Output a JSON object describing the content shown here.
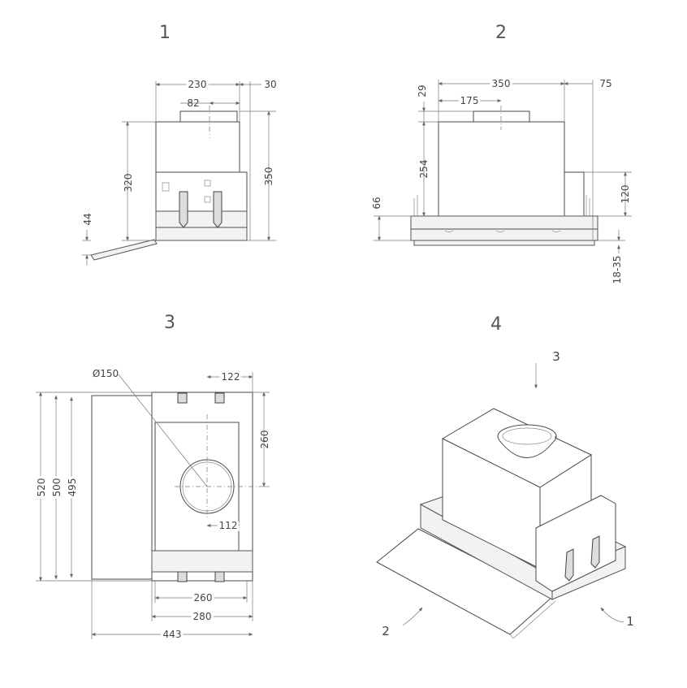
{
  "views": {
    "v1": {
      "number": "1",
      "dims": {
        "width": "230",
        "offset": "30",
        "duct": "82",
        "height_body": "320",
        "height_total": "350",
        "flap": "44"
      }
    },
    "v2": {
      "number": "2",
      "dims": {
        "width": "350",
        "offset": "75",
        "duct_center": "175",
        "top": "29",
        "body": "254",
        "front": "66",
        "side": "120",
        "flange": "18-35"
      }
    },
    "v3": {
      "number": "3",
      "dims": {
        "diameter": "Ø150",
        "duct_x": "122",
        "duct_y": "260",
        "total_depth": "520",
        "depth_500": "500",
        "depth_495": "495",
        "lower": "112",
        "w260": "260",
        "w280": "280",
        "w443": "443"
      }
    },
    "v4": {
      "number": "4",
      "callouts": {
        "c1": "1",
        "c2": "2",
        "c3": "3"
      }
    }
  }
}
